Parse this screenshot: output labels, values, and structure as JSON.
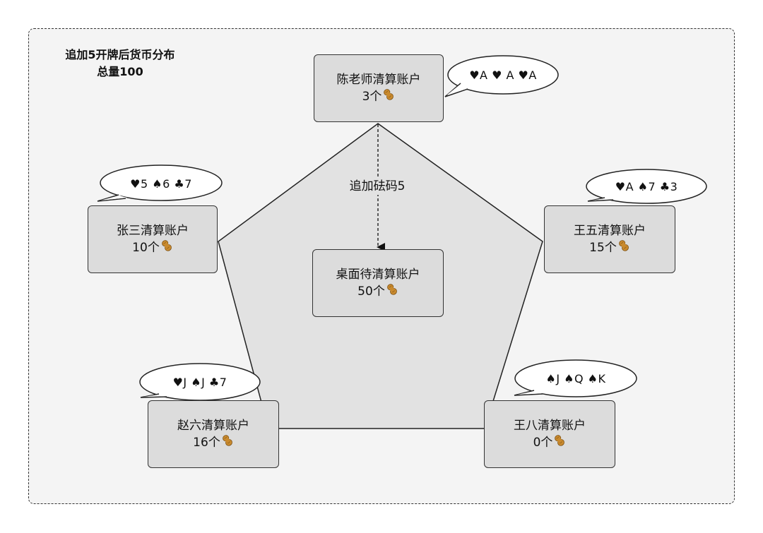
{
  "title": {
    "line1": "追加5开牌后货币分布",
    "line2": "总量100"
  },
  "currency_icon": "peanut-icon",
  "unit_suffix": "个",
  "center": {
    "name": "桌面待清算账户",
    "count": "50"
  },
  "arrow_label": "追加砝码5",
  "accounts": [
    {
      "id": "chen",
      "name": "陈老师清算账户",
      "count": "3",
      "cards": "♥A ♥ A ♥A"
    },
    {
      "id": "zhang",
      "name": "张三清算账户",
      "count": "10",
      "cards": "♥5 ♠6 ♣7"
    },
    {
      "id": "wang5",
      "name": "王五清算账户",
      "count": "15",
      "cards": "♥A ♠7 ♣3"
    },
    {
      "id": "zhao",
      "name": "赵六清算账户",
      "count": "16",
      "cards": "♥J ♠J ♣7"
    },
    {
      "id": "wang8",
      "name": "王八清算账户",
      "count": "0",
      "cards": "♠J ♠Q ♠K"
    }
  ],
  "colors": {
    "frame_fill": "#f4f4f4",
    "box_fill": "#dcdcdc",
    "pentagon_fill": "#e2e2e2",
    "stroke": "#333333",
    "peanut": "#c98a2e"
  }
}
